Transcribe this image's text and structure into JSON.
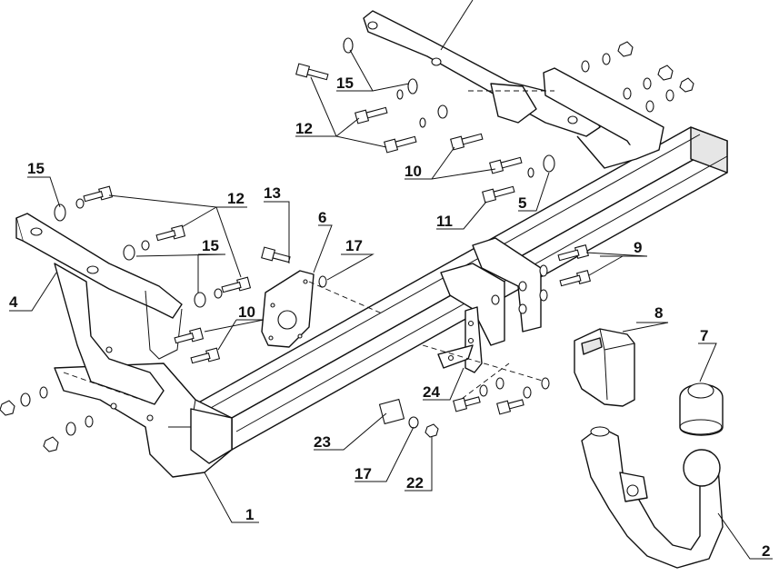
{
  "callouts": {
    "c1": "1",
    "c2": "2",
    "c4": "4",
    "c5": "5",
    "c6": "6",
    "c7": "7",
    "c8": "8",
    "c9": "9",
    "c10a": "10",
    "c10b": "10",
    "c11": "11",
    "c12a": "12",
    "c12b": "12",
    "c13": "13",
    "c15a": "15",
    "c15b": "15",
    "c15c": "15",
    "c17a": "17",
    "c17b": "17",
    "c22": "22",
    "c23": "23",
    "c24": "24"
  }
}
